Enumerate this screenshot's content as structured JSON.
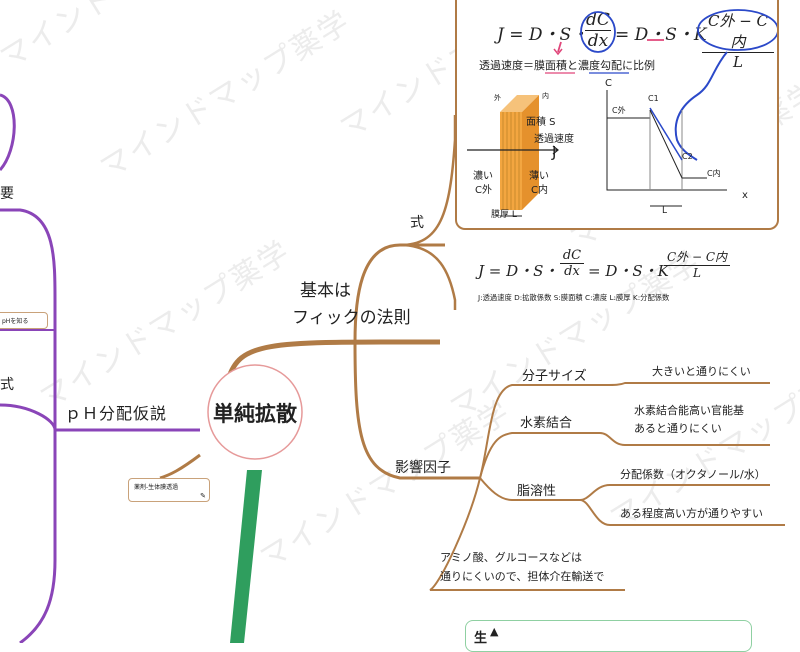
{
  "watermark": "マインドマップ薬学",
  "center_node": "単純拡散",
  "left_branch": {
    "ph_label": "ｐＨ分配仮説",
    "partial_top": "要",
    "partial_mid": "式",
    "partial_note": "pHを知る"
  },
  "small_note": "薬剤-生体膜透過",
  "basic_law": {
    "line1": "基本は",
    "line2": "フィックの法則",
    "formula_label": "式"
  },
  "formula_card": {
    "equation_J": "J = D・S・",
    "frac_num": "dC",
    "frac_den": "dx",
    "equation_mid": "= D・S・K",
    "frac2_num": "C外 − C内",
    "frac2_den": "L",
    "caption_prefix": "透過速度＝",
    "caption_term1": "膜面積",
    "caption_and": "と",
    "caption_term2": "濃度勾配",
    "caption_suffix": "に比例",
    "membrane_out": "外",
    "membrane_in": "内",
    "area_label": "面積 S",
    "rate_label": "透過速度",
    "rate_symbol": "J",
    "dense_label": "濃い",
    "dense_symbol": "C外",
    "thin_label": "薄い",
    "thin_symbol": "C内",
    "thickness_label": "膜厚 L",
    "graph_y": "C",
    "graph_c_out": "C外",
    "graph_c1": "C1",
    "graph_c2": "C2",
    "graph_c_in": "C内",
    "graph_x": "x",
    "graph_L": "L"
  },
  "formula_text": {
    "eq": "J = D・S・",
    "frac_num": "dC",
    "frac_den": "dx",
    "eq_mid": "= D・S・K",
    "frac2_num": "C外 − C内",
    "frac2_den": "L",
    "legend": "J:透過速度 D:拡散係数 S:膜面積 C:濃度 L:膜厚 K:分配係数"
  },
  "factors": {
    "title": "影響因子",
    "items": [
      {
        "name": "分子サイズ",
        "details": [
          "大きいと通りにくい"
        ]
      },
      {
        "name": "水素結合",
        "details": [
          "水素結合能高い官能基",
          "あると通りにくい"
        ]
      },
      {
        "name": "脂溶性",
        "details": [
          "分配係数（オクタノール/水）",
          "ある程度高い方が通りやすい"
        ]
      }
    ],
    "bottom_note_1": "アミノ酸、グルコースなどは",
    "bottom_note_2": "通りにくいので、担体介在輸送で"
  },
  "bottom_box_label": "生",
  "colors": {
    "brown": "#b07b46",
    "purple": "#8a45b8",
    "green": "#2f9e5e",
    "pink": "#e0467a",
    "blue": "#2b49c9",
    "card_border": "#b07b46",
    "membrane": "#f3a640"
  }
}
